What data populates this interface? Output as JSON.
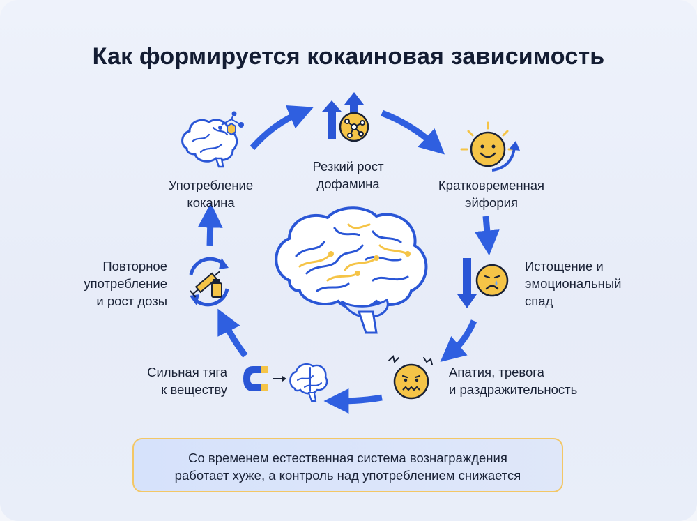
{
  "title": "Как формируется кокаиновая зависимость",
  "steps": [
    {
      "id": "use",
      "lines": [
        "Употребление",
        "кокаина"
      ],
      "icon": "brain-molecule-icon"
    },
    {
      "id": "dopamine",
      "lines": [
        "Резкий рост",
        "дофамина"
      ],
      "icon": "dopamine-up-arrows-icon"
    },
    {
      "id": "euphoria",
      "lines": [
        "Кратковременная",
        "эйфория"
      ],
      "icon": "sun-smile-icon"
    },
    {
      "id": "exhaustion",
      "lines": [
        "Истощение и",
        "эмоциональный",
        "спад"
      ],
      "icon": "sad-face-down-arrow-icon"
    },
    {
      "id": "apathy",
      "lines": [
        "Апатия, тревога",
        "и раздражительность"
      ],
      "icon": "anxious-face-icon"
    },
    {
      "id": "craving",
      "lines": [
        "Сильная тяга",
        "к веществу"
      ],
      "icon": "magnet-brain-icon"
    },
    {
      "id": "repeat",
      "lines": [
        "Повторное",
        "употребление",
        "и рост дозы"
      ],
      "icon": "syringe-cycle-icon"
    }
  ],
  "note": {
    "lines": [
      "Со временем естественная система вознаграждения",
      "работает хуже, а контроль над употреблением снижается"
    ]
  },
  "colors": {
    "arrow": "#2f5fe0",
    "icon_blue": "#2a56d6",
    "accent_yellow": "#f5c447",
    "note_border": "#f3c766"
  }
}
